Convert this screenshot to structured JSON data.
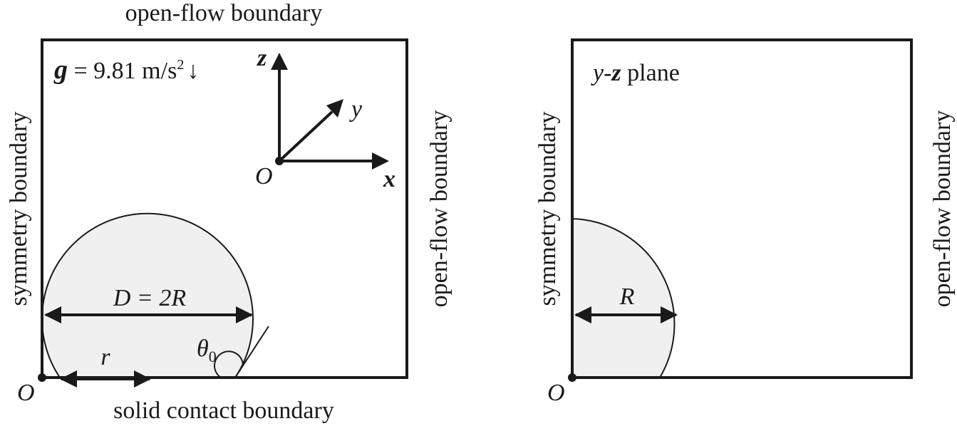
{
  "left_panel": {
    "top_label": "open-flow boundary",
    "left_label": "symmetry boundary",
    "right_label": "open-flow boundary",
    "bottom_label": "solid contact boundary",
    "gravity": {
      "symbol": "g",
      "value_text": " = 9.81 m/s",
      "exponent": "2",
      "arrow": "↓"
    },
    "axes": {
      "z": "z",
      "y": "y",
      "x": "x",
      "origin": "O"
    },
    "diameter_label": "D = 2R",
    "radius_label": "r",
    "contact_angle": {
      "symbol": "θ",
      "subscript": "0"
    },
    "origin_label": "O"
  },
  "right_panel": {
    "plane_label_var1": "y",
    "plane_label_dash": "-",
    "plane_label_var2": "z",
    "plane_label_rest": " plane",
    "left_label": "symmetry boundary",
    "right_label": "open-flow boundary",
    "radius_label": "R",
    "origin_label": "O"
  },
  "colors": {
    "stroke": "#1a1a1a",
    "droplet_fill": "#f0f0f0"
  }
}
